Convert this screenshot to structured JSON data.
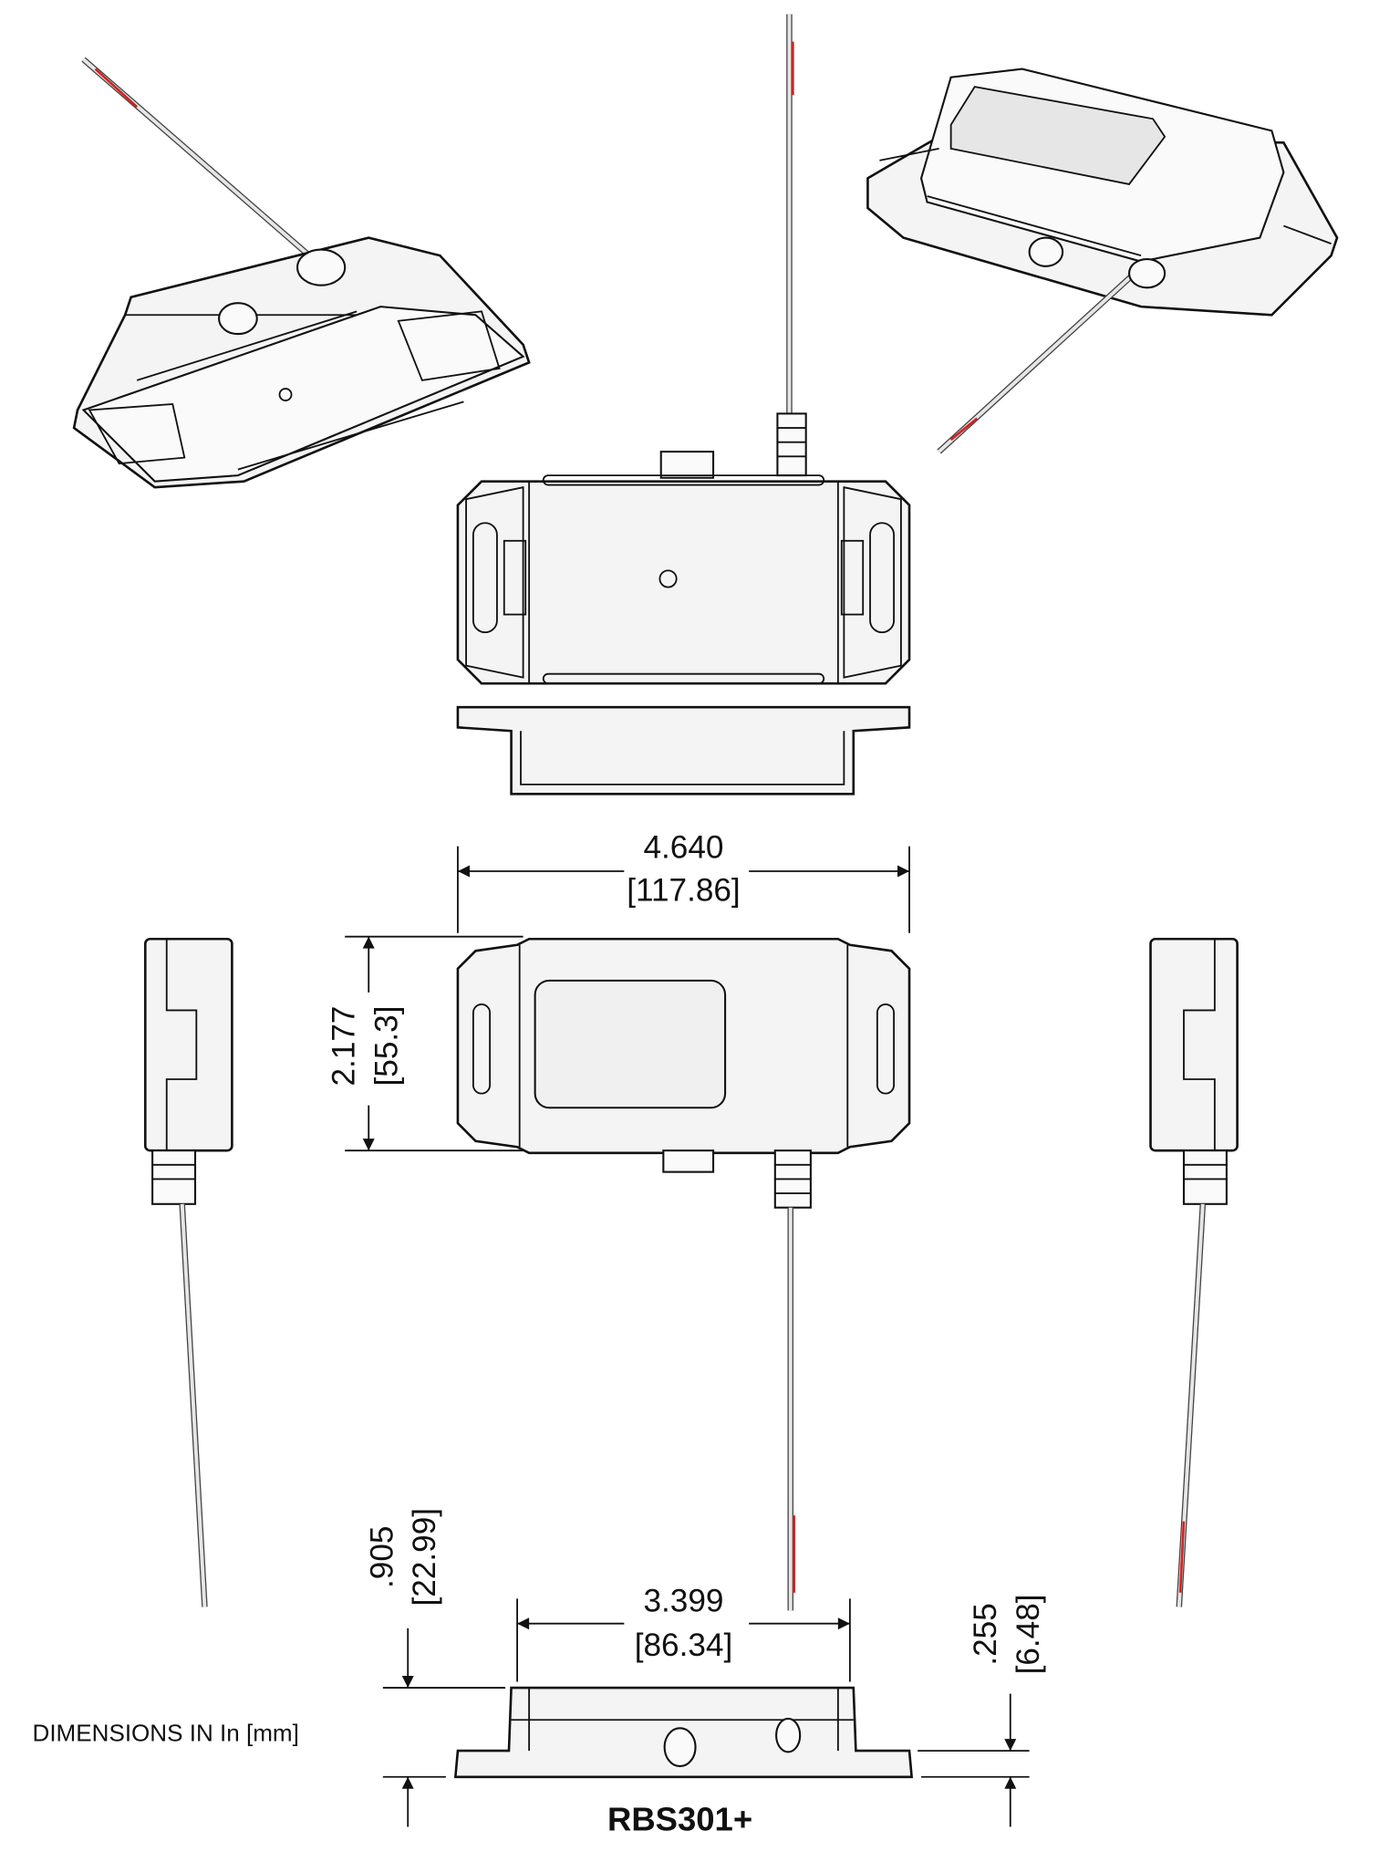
{
  "drawing": {
    "model": "RBS301+",
    "units_note": "DIMENSIONS IN In [mm]",
    "dimensions": {
      "length": {
        "in": "4.640",
        "mm": "[117.86]"
      },
      "width": {
        "in": "2.177",
        "mm": "[55.3]"
      },
      "body_length": {
        "in": "3.399",
        "mm": "[86.34]"
      },
      "height": {
        "in": ".905",
        "mm": "[22.99]"
      },
      "flange_height": {
        "in": ".255",
        "mm": "[6.48]"
      }
    },
    "colors": {
      "wire_red": "#d42020",
      "outline": "#111111",
      "body": "#f4f4f4"
    }
  }
}
